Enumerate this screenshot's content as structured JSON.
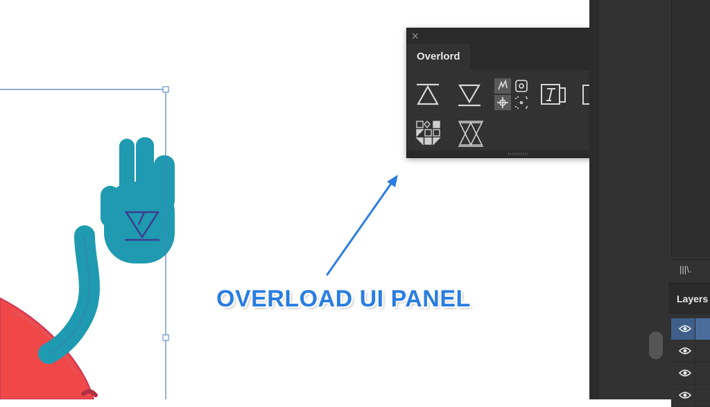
{
  "panel": {
    "title": "Overlord",
    "close_icon": "close-icon",
    "collapse_icon": "double-chevron-left-icon",
    "menu_icon": "hamburger-menu-icon",
    "tools": [
      {
        "name": "push-to-after-effects",
        "icon": "triangle-up-bar-icon"
      },
      {
        "name": "pull-from-after-effects",
        "icon": "triangle-down-bar-icon"
      },
      {
        "name": "utility-grid",
        "icon": "four-mini-tools-icon"
      },
      {
        "name": "text-to-ae",
        "icon": "text-frame-icon"
      },
      {
        "name": "add-new",
        "icon": "add-document-icon"
      },
      {
        "name": "shape-explode",
        "icon": "shape-grid-icon"
      },
      {
        "name": "connect",
        "icon": "crossed-triangles-icon"
      }
    ]
  },
  "annotation": {
    "label": "OVERLOAD UI PANEL",
    "color": "#2a7de1"
  },
  "layers_panel": {
    "title": "Layers",
    "rows": [
      {
        "visible": true,
        "selected": true
      },
      {
        "visible": true,
        "selected": false
      },
      {
        "visible": true,
        "selected": false
      },
      {
        "visible": true,
        "selected": false
      }
    ]
  },
  "libraries": {
    "icon": "libraries-icon"
  },
  "colors": {
    "hand": "#1f9ab0",
    "body": "#f04848",
    "selection": "#4a7fc1",
    "panel_bg": "#323232",
    "layer_selected": "#3f5f8a"
  }
}
